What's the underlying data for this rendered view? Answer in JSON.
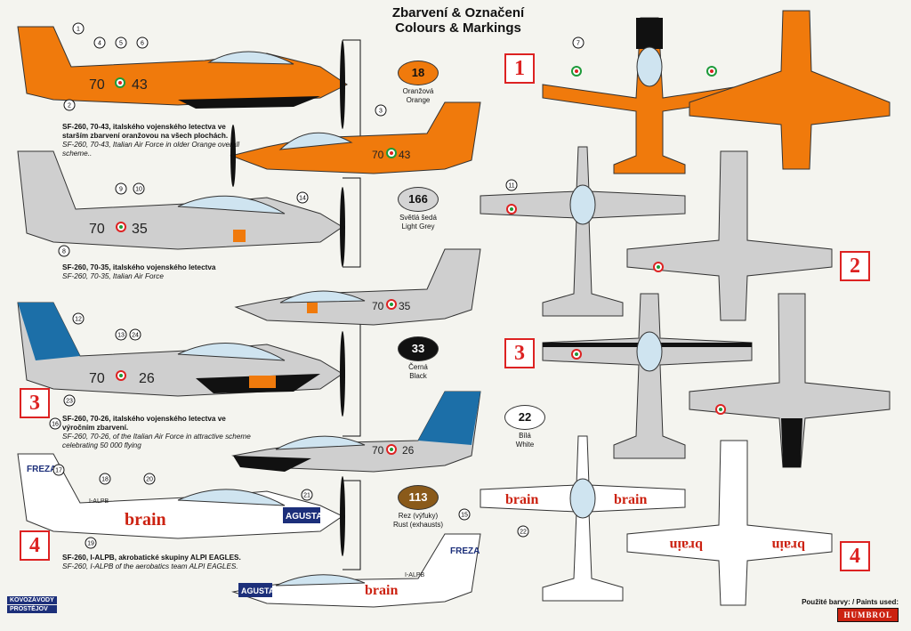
{
  "header": {
    "title_cz": "Zbarvení & Označení",
    "title_en": "Colours & Markings"
  },
  "schemes": [
    {
      "num": "1",
      "cz": "SF-260, 70-43, italského vojenského letectva ve starším zbarvení oranžovou na všech plochách.",
      "en": "SF-260, 70-43, Italian Air Force in older Orange overall scheme..",
      "code_a": "70",
      "code_b": "43"
    },
    {
      "num": "2",
      "cz": "SF-260, 70-35, italského vojenského letectva",
      "en": "SF-260, 70-35, Italian Air Force",
      "code_a": "70",
      "code_b": "35"
    },
    {
      "num": "3",
      "cz": "SF-260, 70-26, italského vojenského letectva ve výročním zbarvení.",
      "en": "SF-260, 70-26, of the Italian Air Force in attractive scheme celebrating 50 000 flying",
      "code_a": "70",
      "code_b": "26"
    },
    {
      "num": "4",
      "cz": "SF-260, I-ALPB, akrobatické skupiny ALPI EAGLES.",
      "en": "SF-260, I-ALPB of the aerobatics team ALPI EAGLES.",
      "reg": "I-ALPB",
      "brand": "brain",
      "agusta": "AGUSTA",
      "freza": "FREZA"
    }
  ],
  "paints": [
    {
      "code": "18",
      "cz": "Oranžová",
      "en": "Orange",
      "color": "#f07a0c",
      "text": "#111111"
    },
    {
      "code": "166",
      "cz": "Světlá šedá",
      "en": "Light Grey",
      "color": "#d4d4d4",
      "text": "#111111"
    },
    {
      "code": "33",
      "cz": "Černá",
      "en": "Black",
      "color": "#111111",
      "text": "#ffffff"
    },
    {
      "code": "22",
      "cz": "Bílá",
      "en": "White",
      "color": "#ffffff",
      "text": "#111111"
    },
    {
      "code": "113",
      "cz": "Rez (výfuky)",
      "en": "Rust (exhausts)",
      "color": "#8a5a1a",
      "text": "#ffffff"
    }
  ],
  "callouts": [
    "1",
    "2",
    "3",
    "4",
    "5",
    "6",
    "7",
    "8",
    "9",
    "10",
    "11",
    "12",
    "13",
    "14",
    "15",
    "16",
    "17",
    "18",
    "19",
    "20",
    "21",
    "22",
    "23",
    "24"
  ],
  "logo": {
    "line1": "KOVOZÁVODY",
    "line2": "PROSTĚJOV"
  },
  "footer": {
    "paints_used": "Použité barvy: / Paints used:",
    "brand": "HUMBROL"
  },
  "colors": {
    "orange": "#f07a0c",
    "grey": "#cfcfcf",
    "black": "#111111",
    "white": "#ffffff",
    "red": "#d22222",
    "green": "#1d9a3a"
  }
}
